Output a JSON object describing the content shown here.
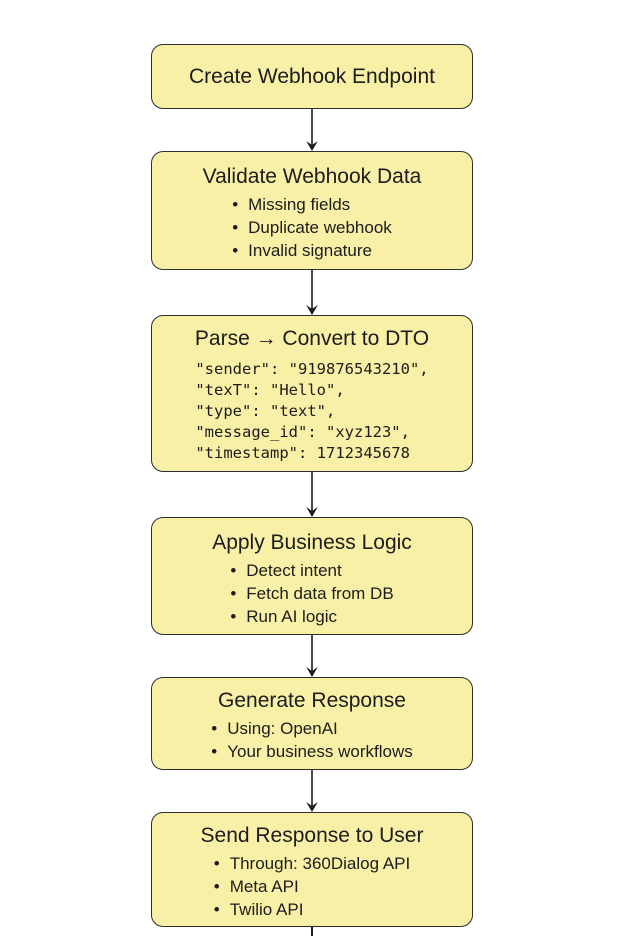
{
  "diagram": {
    "type": "flowchart",
    "direction": "top-down",
    "nodes": [
      {
        "id": "create-webhook-endpoint",
        "title": "Create Webhook Endpoint",
        "items": []
      },
      {
        "id": "validate-webhook-data",
        "title": "Validate Webhook Data",
        "items": [
          "Missing fields",
          "Duplicate webhook",
          "Invalid signature"
        ]
      },
      {
        "id": "parse-convert-to-dto",
        "title": "Parse → Convert to DTO",
        "code_lines": [
          "\"sender\": \"919876543210\",",
          "\"texT\": \"Hello\",",
          "\"type\": \"text\",",
          "\"message_id\": \"xyz123\",",
          "\"timestamp\": 1712345678"
        ]
      },
      {
        "id": "apply-business-logic",
        "title": "Apply Business Logic",
        "items": [
          "Detect intent",
          "Fetch data from DB",
          "Run AI logic"
        ]
      },
      {
        "id": "generate-response",
        "title": "Generate Response",
        "items": [
          "Using: OpenAI",
          "Your business workflows"
        ]
      },
      {
        "id": "send-response-to-user",
        "title": "Send Response to User",
        "items": [
          "Through: 360Dialog API",
          "Meta API",
          "Twilio API"
        ]
      }
    ],
    "edges": [
      {
        "from": "create-webhook-endpoint",
        "to": "validate-webhook-data"
      },
      {
        "from": "validate-webhook-data",
        "to": "parse-convert-to-dto"
      },
      {
        "from": "parse-convert-to-dto",
        "to": "apply-business-logic"
      },
      {
        "from": "apply-business-logic",
        "to": "generate-response"
      },
      {
        "from": "generate-response",
        "to": "send-response-to-user"
      },
      {
        "from": "send-response-to-user",
        "to": "offscreen-below"
      }
    ],
    "colors": {
      "node_fill": "#F9F0A8",
      "node_border": "#2E2E2E",
      "text": "#1C1C1C",
      "arrow": "#1C1C1C",
      "background": "#FFFFFF"
    }
  }
}
